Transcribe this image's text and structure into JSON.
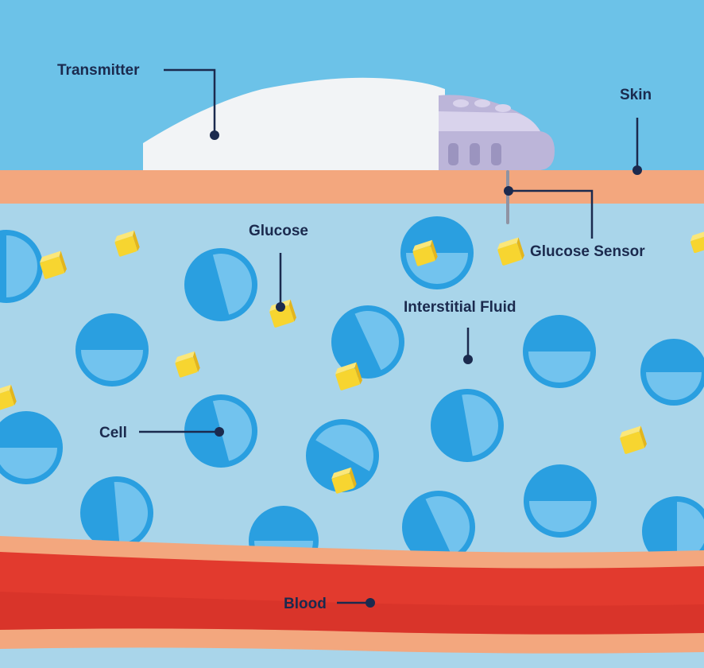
{
  "colors": {
    "sky": "#6cc2e8",
    "skin": "#f3a77e",
    "fluid": "#a9d5ea",
    "cell": "#2a9fe0",
    "cell_light": "#72c3ee",
    "glucose": "#f7d530",
    "glucose_dark": "#e3b51d",
    "blood": "#e23a2e",
    "blood_dark": "#c92a22",
    "label": "#1b2a4e",
    "transmitter_body": "#f2f4f6",
    "transmitter_cap": "#bcb5d9"
  },
  "labels": {
    "transmitter": "Transmitter",
    "skin": "Skin",
    "glucose": "Glucose",
    "glucose_sensor": "Glucose Sensor",
    "interstitial_fluid": "Interstitial Fluid",
    "cell": "Cell",
    "blood": "Blood"
  }
}
